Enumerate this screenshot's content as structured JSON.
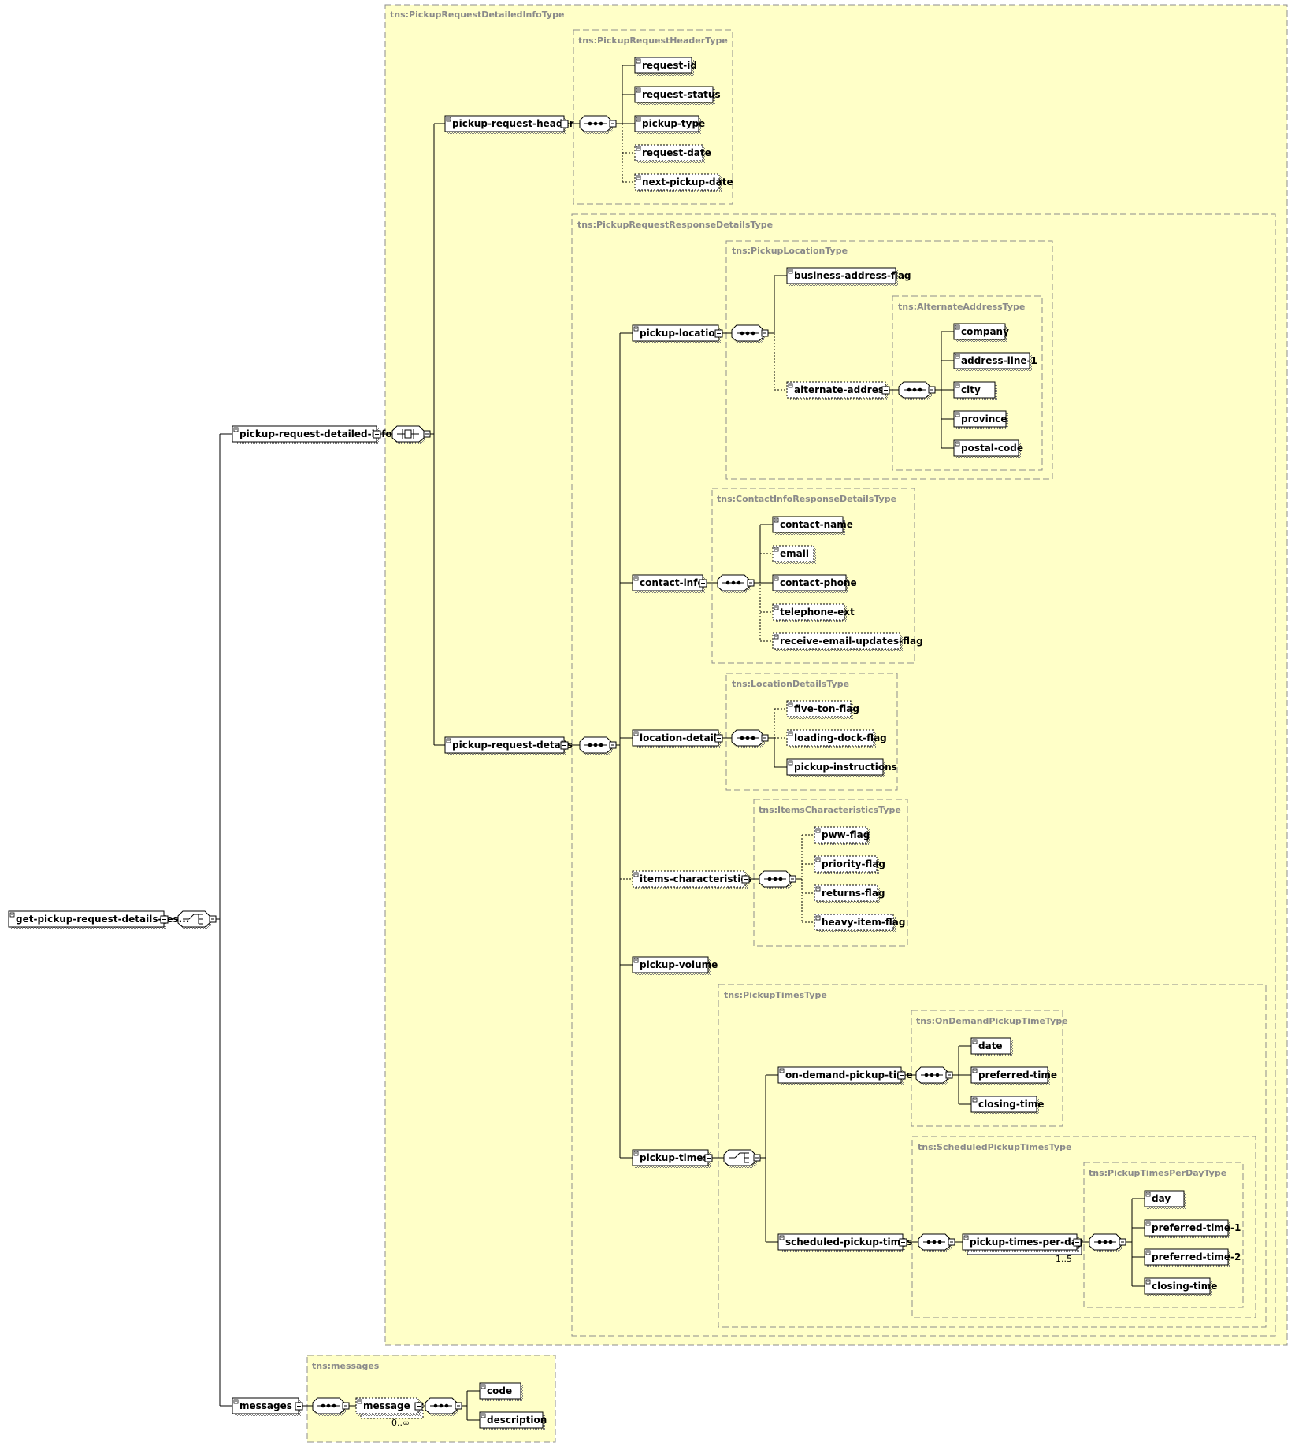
{
  "diagram": {
    "root": {
      "label": "get-pickup-request-details-res..."
    },
    "types": {
      "detailed_info": "tns:PickupRequestDetailedInfoType",
      "header": "tns:PickupRequestHeaderType",
      "response_details": "tns:PickupRequestResponseDetailsType",
      "pickup_location": "tns:PickupLocationType",
      "alternate_address": "tns:AlternateAddressType",
      "contact_info": "tns:ContactInfoResponseDetailsType",
      "location_details": "tns:LocationDetailsType",
      "items_characteristics": "tns:ItemsCharacteristicsType",
      "pickup_times": "tns:PickupTimesType",
      "on_demand": "tns:OnDemandPickupTimeType",
      "scheduled": "tns:ScheduledPickupTimesType",
      "per_day": "tns:PickupTimesPerDayType",
      "messages": "tns:messages"
    },
    "elements": {
      "pickup_request_detailed_info": "pickup-request-detailed-info",
      "pickup_request_header": "pickup-request-header",
      "request_id": "request-id",
      "request_status": "request-status",
      "pickup_type": "pickup-type",
      "request_date": "request-date",
      "next_pickup_date": "next-pickup-date",
      "pickup_request_details": "pickup-request-details",
      "pickup_location": "pickup-location",
      "business_address_flag": "business-address-flag",
      "alternate_address": "alternate-address",
      "company": "company",
      "address_line_1": "address-line-1",
      "city": "city",
      "province": "province",
      "postal_code": "postal-code",
      "contact_info": "contact-info",
      "contact_name": "contact-name",
      "email": "email",
      "contact_phone": "contact-phone",
      "telephone_ext": "telephone-ext",
      "receive_email_updates_flag": "receive-email-updates-flag",
      "location_details": "location-details",
      "five_ton_flag": "five-ton-flag",
      "loading_dock_flag": "loading-dock-flag",
      "pickup_instructions": "pickup-instructions",
      "items_characteristics": "items-characteristics",
      "pww_flag": "pww-flag",
      "priority_flag": "priority-flag",
      "returns_flag": "returns-flag",
      "heavy_item_flag": "heavy-item-flag",
      "pickup_volume": "pickup-volume",
      "pickup_times": "pickup-times",
      "on_demand_pickup_time": "on-demand-pickup-time",
      "date": "date",
      "preferred_time": "preferred-time",
      "closing_time_od": "closing-time",
      "scheduled_pickup_times": "scheduled-pickup-times",
      "pickup_times_per_day": "pickup-times-per-day",
      "day": "day",
      "preferred_time_1": "preferred-time-1",
      "preferred_time_2": "preferred-time-2",
      "closing_time_sc": "closing-time",
      "messages": "messages",
      "message": "message",
      "code": "code",
      "description": "description"
    },
    "occurrences": {
      "per_day": "1..5",
      "message": "0..∞"
    },
    "colors": {
      "type_fill": "#ffffc8",
      "type_border": "#8c8c8c",
      "type_label": "#8a8a8a",
      "element_fill": "#ffffff",
      "element_border": "#000000",
      "shadow": "#8a8a8a",
      "line": "#000000"
    }
  }
}
